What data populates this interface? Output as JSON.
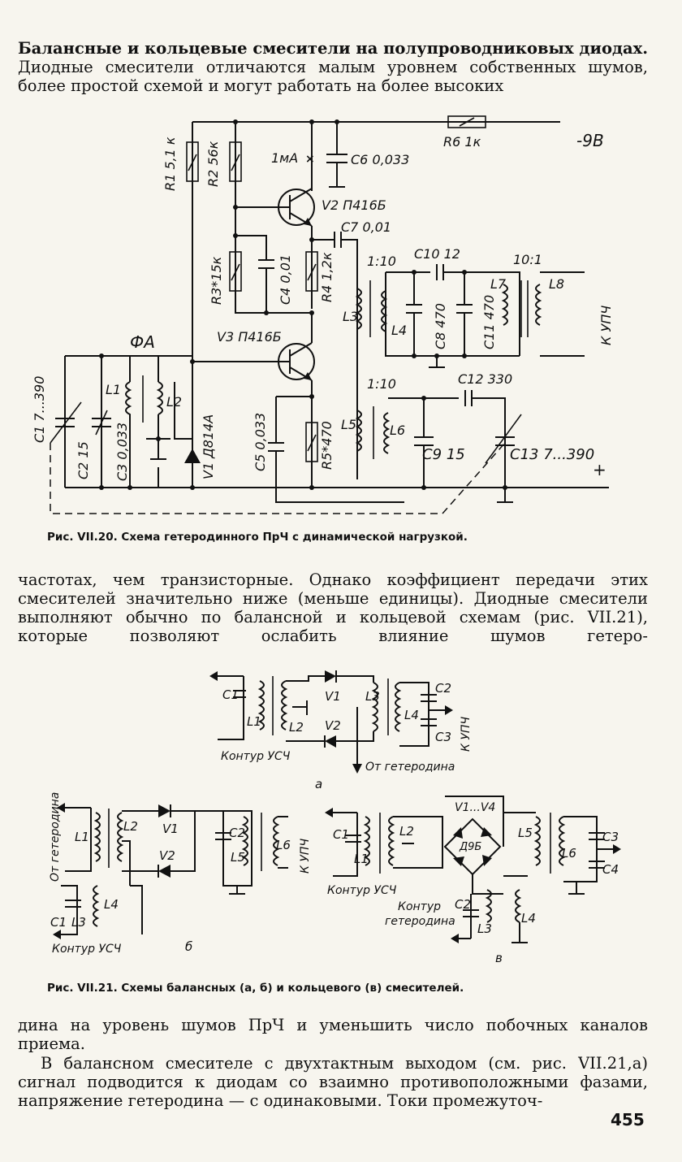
{
  "para1": {
    "heading": "Балансные и кольцевые смесители на полупроводниковых диодах.",
    "text": "Диодные смесители отличаются малым уровнем собственных шумов, более простой схемой и могут работать на более высоких"
  },
  "fig20": {
    "labels": {
      "r1": "R1 5,1 к",
      "r2": "R2 56к",
      "r3": "R3*15к",
      "r4": "R4 1,2к",
      "r5": "R5*470",
      "r6": "R6 1к",
      "c1": "C1 7...390",
      "c2": "C2 15",
      "c3": "C3 0,033",
      "c4": "C4 0,01",
      "c5": "C5 0,033",
      "c6": "C6 0,033",
      "c7": "C7 0,01",
      "c8": "C8 470",
      "c9": "C9 15",
      "c10": "C10 12",
      "c11": "C11 470",
      "c12": "C12 330",
      "c13": "C13 7...390",
      "v1": "V1 Д814А",
      "v2": "V2 П416Б",
      "v3": "V3 П416Б",
      "l1": "L1",
      "l2": "L2",
      "l3": "L3",
      "l4": "L4",
      "l5": "L5",
      "l6": "L6",
      "l7": "L7",
      "l8": "L8",
      "ma": "1мА",
      "supply": "-9В",
      "plus": "+",
      "fa": "ФА",
      "ratio1": "1:10",
      "ratio2": "1:10",
      "ratio3": "10:1",
      "out": "К УПЧ"
    },
    "caption": "Рис. VII.20. Схема гетеродинного ПрЧ с динамической нагрузкой."
  },
  "para2": {
    "text": "частотах, чем транзисторные. Однако коэффициент передачи этих смесителей значительно ниже (меньше единицы). Диодные смесители выполняют обычно по балансной и кольцевой схемам (рис. VII.21), которые позволяют ослабить влияние шумов гетеро-"
  },
  "fig21": {
    "a": {
      "c1": "C1",
      "l1": "L1",
      "l2": "L2",
      "v1": "V1",
      "v2": "V2",
      "l3": "L3",
      "c2": "C2",
      "l4": "L4",
      "c3": "C3",
      "kupch": "К УПЧ",
      "kontur": "Контур УСЧ",
      "ot_get": "От гетеродина",
      "letter": "а"
    },
    "b": {
      "ot_get": "От гетеродина",
      "l1": "L1",
      "l2": "L2",
      "v1": "V1",
      "v2": "V2",
      "c2": "C2",
      "l5": "L5",
      "l6": "L6",
      "kupch": "К УПЧ",
      "l4": "L4",
      "c1": "C1",
      "l3": "L3",
      "kontur": "Контур УСЧ",
      "letter": "б"
    },
    "v": {
      "c1": "C1",
      "l1": "L1",
      "l2": "L2",
      "vv": "V1...V4",
      "d9b": "Д9Б",
      "l5": "L5",
      "l6": "L6",
      "c3": "C3",
      "c4": "C4",
      "kontur": "Контур УСЧ",
      "kontur_get1": "Контур",
      "kontur_get2": "гетеродина",
      "c2": "C2",
      "l3": "L3",
      "l4": "L4",
      "letter": "в"
    },
    "caption": "Рис. VII.21. Схемы балансных (а, б) и кольцевого (в) смесителей."
  },
  "para3": {
    "text1": "дина на уровень шумов ПрЧ и уменьшить число побочных каналов приема.",
    "text2": "В балансном смесителе с двухтактным выходом (см. рис. VII.21,а) сигнал подводится к диодам со взаимно противоположными фазами, напряжение гетеродина — с одинаковыми. Токи промежуточ-"
  },
  "page_number": "455"
}
